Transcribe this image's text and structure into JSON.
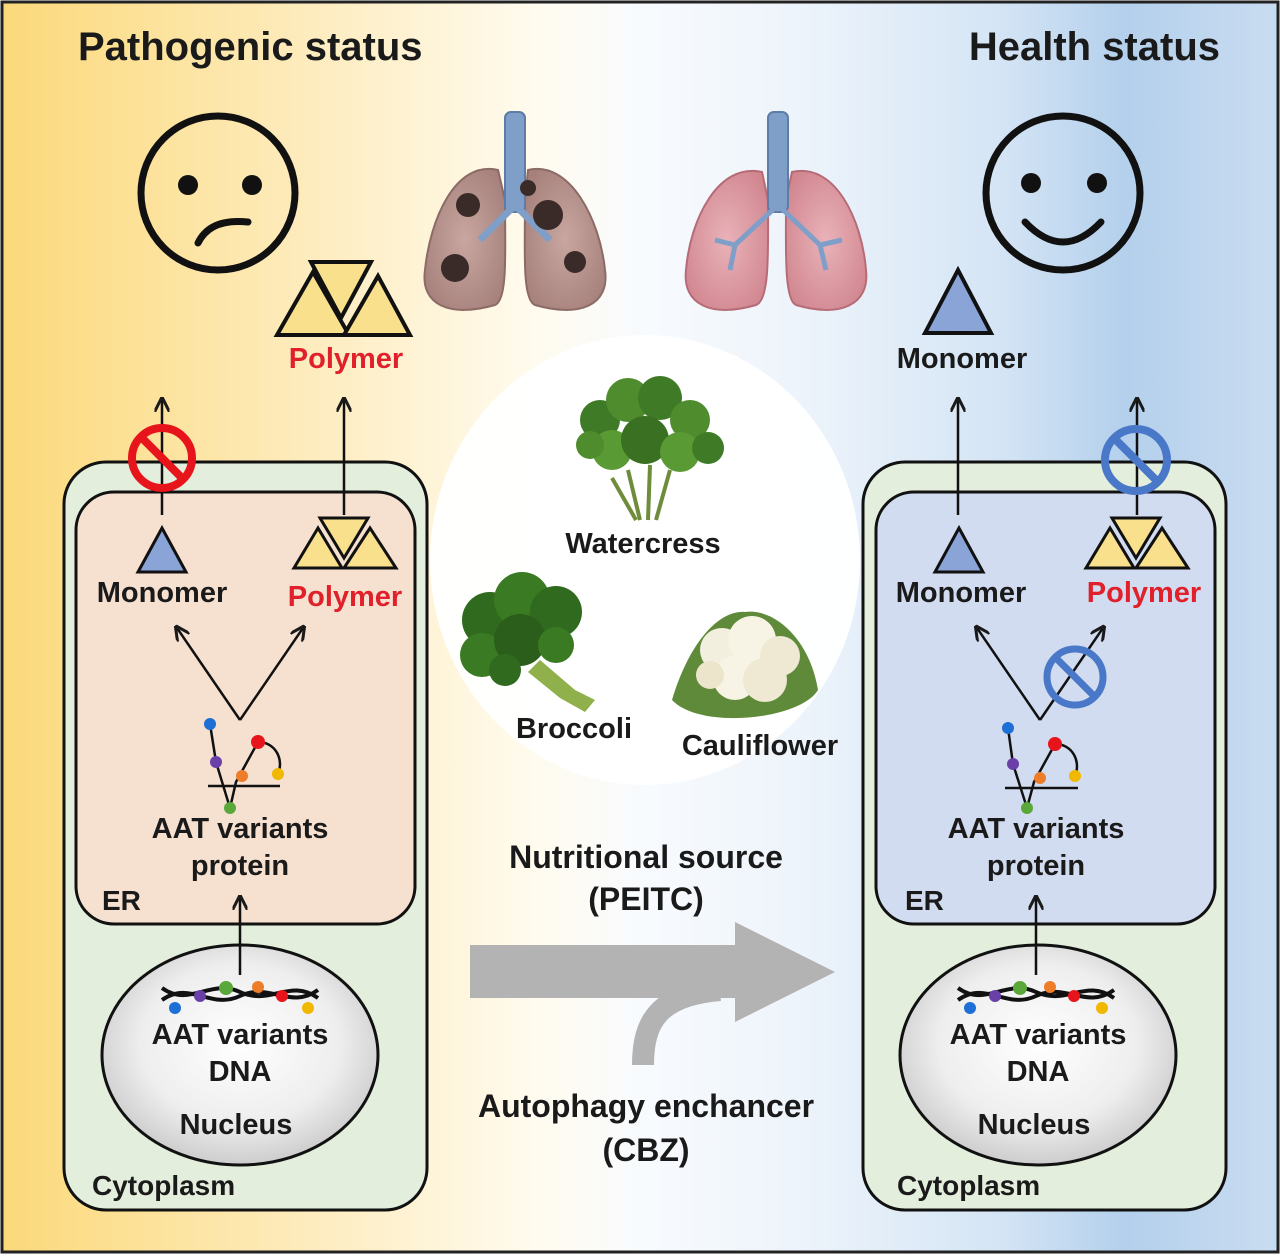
{
  "titles": {
    "left": "Pathogenic status",
    "right": "Health status"
  },
  "left": {
    "top_polymer": "Polymer",
    "monomer": "Monomer",
    "polymer": "Polymer",
    "protein_line1": "AAT variants",
    "protein_line2": "protein",
    "er": "ER",
    "dna_line1": "AAT variants",
    "dna_line2": "DNA",
    "nucleus": "Nucleus",
    "cytoplasm": "Cytoplasm"
  },
  "right": {
    "top_monomer": "Monomer",
    "monomer": "Monomer",
    "polymer": "Polymer",
    "protein_line1": "AAT variants",
    "protein_line2": "protein",
    "er": "ER",
    "dna_line1": "AAT variants",
    "dna_line2": "DNA",
    "nucleus": "Nucleus",
    "cytoplasm": "Cytoplasm"
  },
  "center": {
    "vegetables": [
      "Watercress",
      "Broccoli",
      "Cauliflower"
    ],
    "nutrition_line1": "Nutritional source",
    "nutrition_line2": "(PEITC)",
    "autophagy_line1": "Autophagy enchancer",
    "autophagy_line2": "(CBZ)"
  },
  "colors": {
    "left_bg": "#fbe08a",
    "right_bg": "#b9d3ec",
    "cytoplasm": "#e3eedc",
    "er_left": "#f6e0d0",
    "er_right": "#d2dcf0",
    "polymer_red": "#e0202a",
    "block_red": "#e8141c",
    "block_blue": "#4a78c8",
    "monomer_blue": "#8aa4d8",
    "polymer_yellow": "#f8e08c",
    "arrow_gray": "#b3b3b3"
  },
  "icons": [
    "sad-face-icon",
    "happy-face-icon",
    "diseased-lung-icon",
    "healthy-lung-icon",
    "no-entry-icon",
    "dna-icon",
    "protein-icon"
  ]
}
